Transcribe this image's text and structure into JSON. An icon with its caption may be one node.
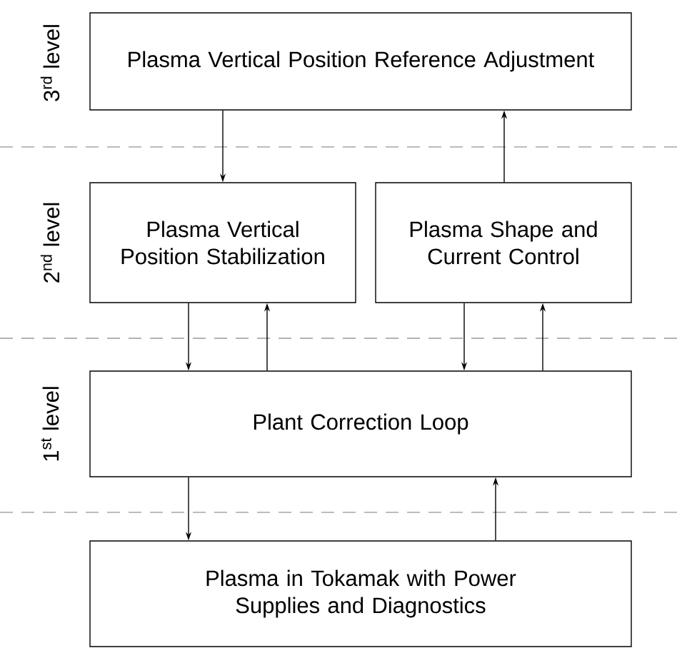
{
  "diagram": {
    "nodes": [
      {
        "text": [
          "Plasma Vertical Position Reference Adjustment"
        ]
      },
      {
        "text": [
          "Plasma Vertical Position Stabilization"
        ]
      },
      {
        "text": [
          "Plasma Shape and Current Control"
        ]
      },
      {
        "text": [
          "Plant Correction Loop"
        ]
      },
      {
        "text": [
          "Plasma in Tokamak with Power Supplies and Diagnostics"
        ]
      }
    ],
    "edges": [
      {
        "from": 0,
        "to": 1,
        "arrow": "to"
      },
      {
        "from": 2,
        "to": 0,
        "arrow": "to"
      },
      {
        "from": 1,
        "to": 3,
        "arrow": "to"
      },
      {
        "from": 3,
        "to": 1,
        "arrow": "to"
      },
      {
        "from": 2,
        "to": 3,
        "arrow": "to"
      },
      {
        "from": 3,
        "to": 2,
        "arrow": "to"
      },
      {
        "from": 3,
        "to": 4,
        "arrow": "to"
      },
      {
        "from": 4,
        "to": 3,
        "arrow": "to"
      }
    ],
    "labels": [
      "3$^{rd}$ level",
      "2$^{nd}$ level",
      "1$^{st}$ level"
    ]
  }
}
